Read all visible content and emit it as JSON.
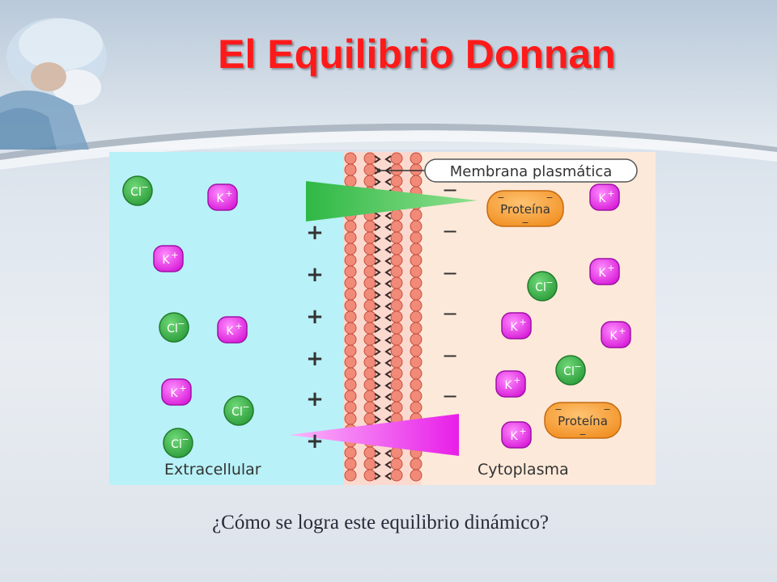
{
  "slide": {
    "title": "El Equilibrio Donnan",
    "caption": "¿Cómo se logra este equilibrio dinámico?"
  },
  "diagram": {
    "membrane_label": "Membrana plasmática",
    "left_label": "Extracellular",
    "right_label": "Cytoplasma",
    "ion_cl": "Cl",
    "ion_k": "K",
    "minus_sign": "−",
    "plus_sign": "+",
    "protein_label": "Proteína",
    "colors": {
      "extracellular_bg": "#b8f1f7",
      "cytoplasm_bg": "#fde9d9",
      "cl_ion": "#3db84a",
      "k_ion": "#ee3ff0",
      "protein": "#f7a33a",
      "membrane": "#f18a78",
      "title": "#ff1a1a"
    }
  }
}
